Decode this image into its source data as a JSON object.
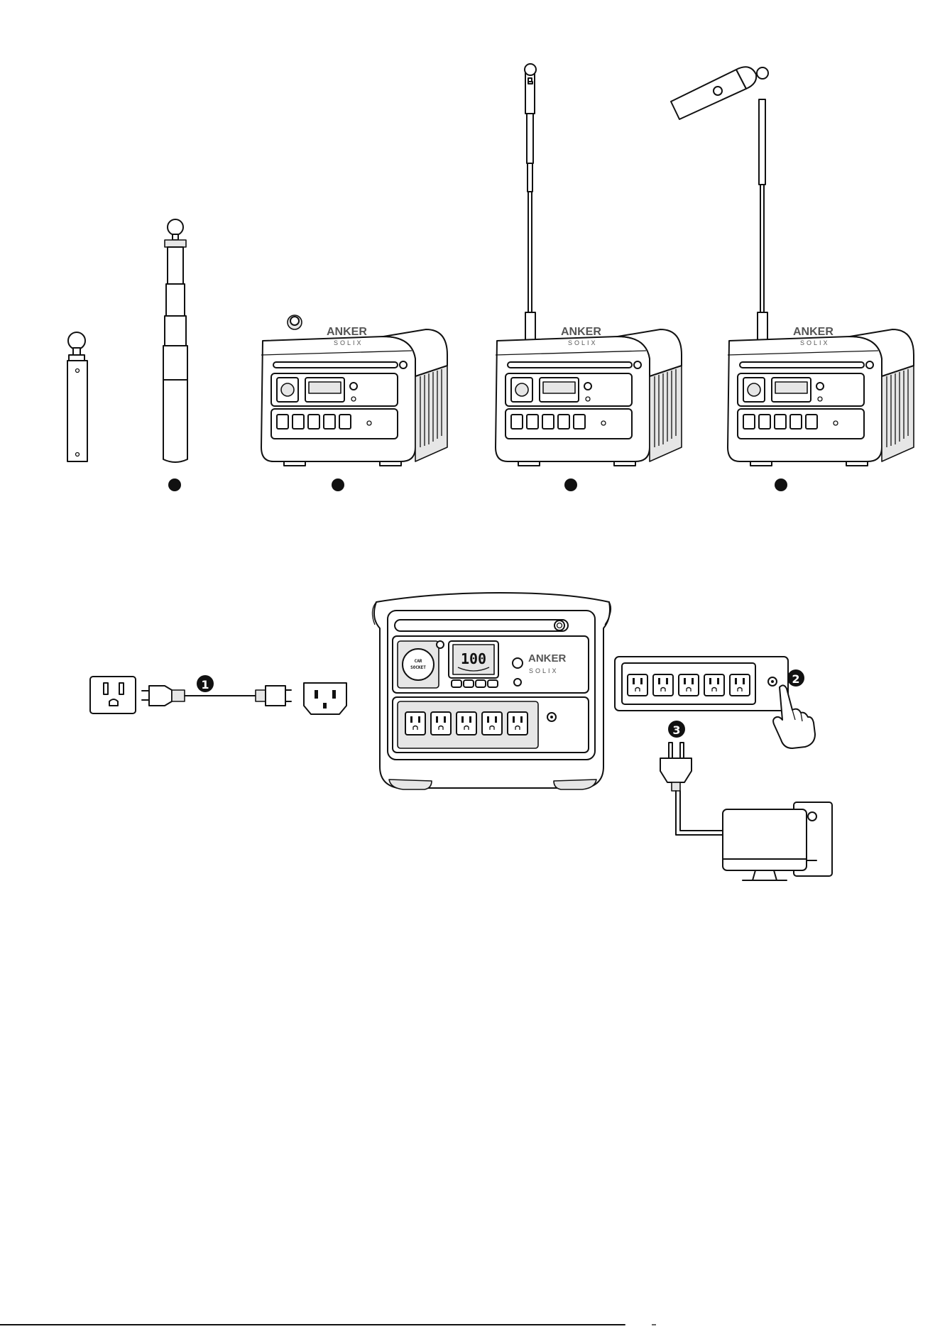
{
  "brand": {
    "name": "ANKER",
    "sub": "SOLIX"
  },
  "car_socket_label": [
    "CAR",
    "SOCKET"
  ],
  "display_value": "100",
  "steps": [
    "1",
    "2",
    "3"
  ],
  "colors": {
    "line": "#111111",
    "panel_fill": "#e6e6e6",
    "background": "#ffffff"
  },
  "icons": [
    "wall-outlet-icon",
    "power-cord-icon",
    "c13-socket-icon",
    "power-strip-icon",
    "finger-press-icon",
    "plug-icon",
    "desktop-computer-icon",
    "telescopic-pole-icon",
    "light-head-icon"
  ]
}
